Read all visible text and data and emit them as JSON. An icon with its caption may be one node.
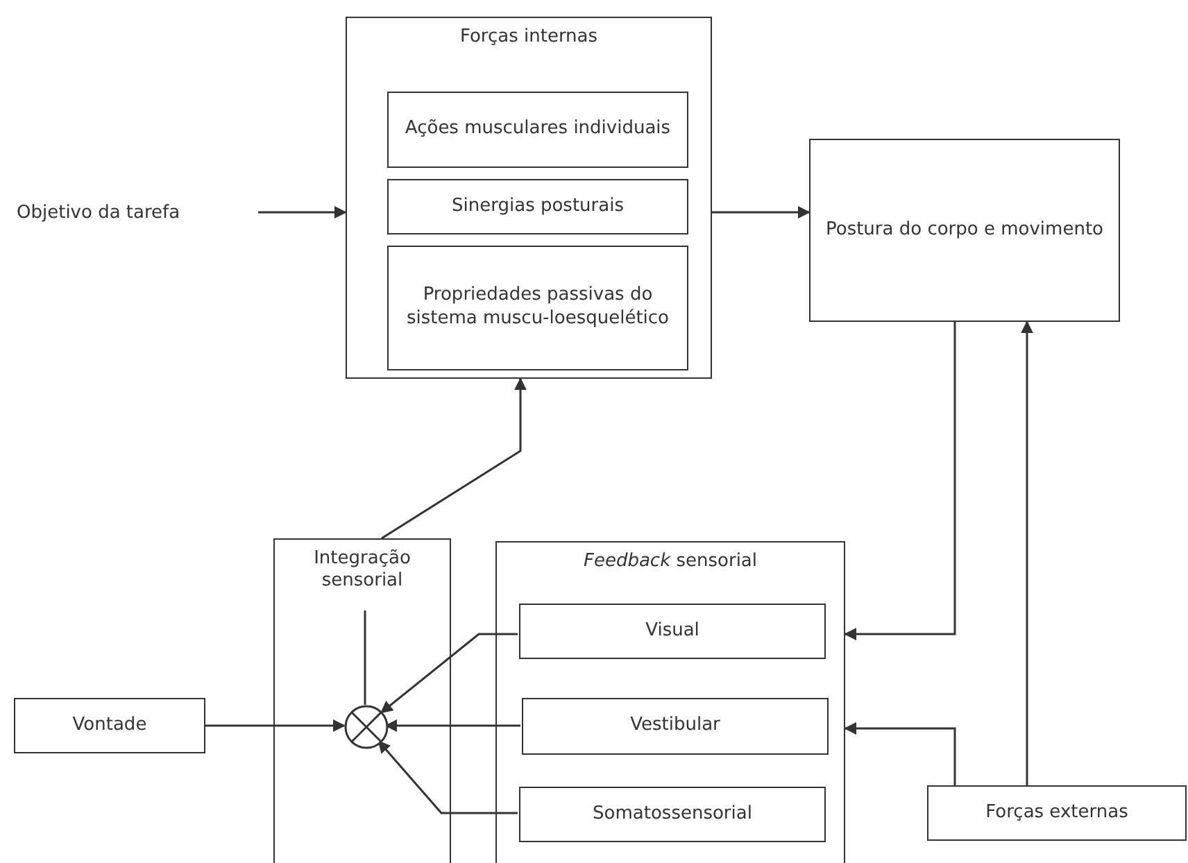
{
  "diagram": {
    "nodes": [
      {
        "text": [
          "Forças internas"
        ]
      },
      {
        "text": [
          "Ações musculares individuais"
        ],
        "in": 0
      },
      {
        "text": [
          "Sinergias posturais"
        ],
        "in": 0
      },
      {
        "text": [
          "Propriedades passivas do sistema muscu-loesquelético"
        ],
        "in": 0
      },
      {
        "text": [
          "Objetivo da tarefa"
        ]
      },
      {
        "text": [
          "Postura do corpo e movimento"
        ]
      },
      {
        "text": [
          "Integração sensorial"
        ]
      },
      {
        "text": [
          "*Feedback* sensorial"
        ]
      },
      {
        "text": [
          "Visual"
        ],
        "in": 7
      },
      {
        "text": [
          "Vestibular"
        ],
        "in": 7
      },
      {
        "text": [
          "Somatossensorial"
        ],
        "in": 7
      },
      {
        "text": [
          "Vontade"
        ]
      },
      {
        "text": [],
        "shape": "circle",
        "in": 6
      },
      {
        "text": [
          "Forças externas"
        ]
      }
    ],
    "edges": [
      {
        "from": 4,
        "to": 0,
        "arrow": "to"
      },
      {
        "from": 0,
        "to": 5,
        "arrow": "to"
      },
      {
        "from": 5,
        "to": 7,
        "arrow": "to"
      },
      {
        "from": 13,
        "to": 7,
        "arrow": "to"
      },
      {
        "from": 13,
        "to": 5,
        "arrow": "to"
      },
      {
        "from": 8,
        "to": 12,
        "arrow": "to"
      },
      {
        "from": 9,
        "to": 12,
        "arrow": "to"
      },
      {
        "from": 10,
        "to": 12,
        "arrow": "to"
      },
      {
        "from": 11,
        "to": 12,
        "arrow": "to"
      },
      {
        "from": 6,
        "to": 12,
        "arrow": "none"
      },
      {
        "from": 6,
        "to": 0,
        "arrow": "to"
      }
    ]
  }
}
